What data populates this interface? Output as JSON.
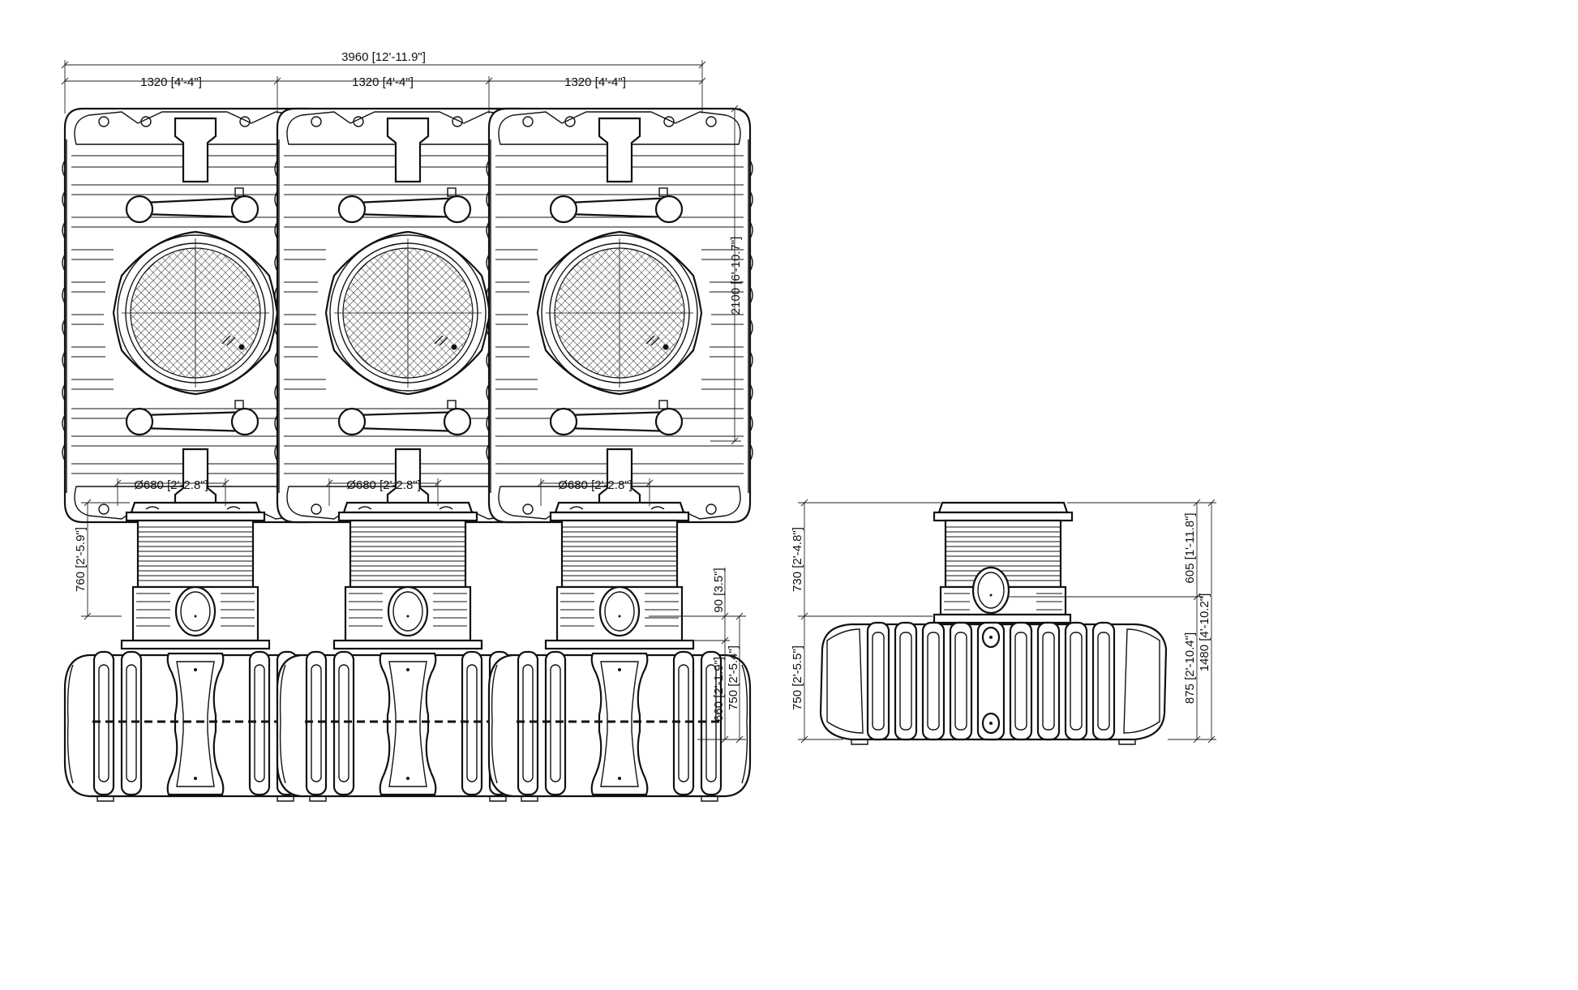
{
  "plan_view": {
    "overall_width": "3960 [12'-11.9\"]",
    "module_width_1": "1320 [4'-4\"]",
    "module_width_2": "1320 [4'-4\"]",
    "module_width_3": "1320 [4'-4\"]",
    "overall_depth": "2100 [6'-10.7\"]"
  },
  "side_view": {
    "shaft_diameter_1": "Ø680 [2'-2.8\"]",
    "shaft_diameter_2": "Ø680 [2'-2.8\"]",
    "shaft_diameter_3": "Ø680 [2'-2.8\"]",
    "shaft_height": "760 [2'-5.9\"]",
    "collar_height": "90 [3.5\"]",
    "tank_inner_height": "660 [2'-1.9\"]",
    "tank_height": "750 [2'-5.4\"]"
  },
  "end_view": {
    "shaft_height": "730 [2'-4.8\"]",
    "tank_height": "750 [2'-5.5\"]",
    "top_to_inlet": "605 [1'-11.8\"]",
    "inlet_height": "875 [2'-10.4\"]",
    "overall_height": "1480 [4'-10.2\"]"
  }
}
